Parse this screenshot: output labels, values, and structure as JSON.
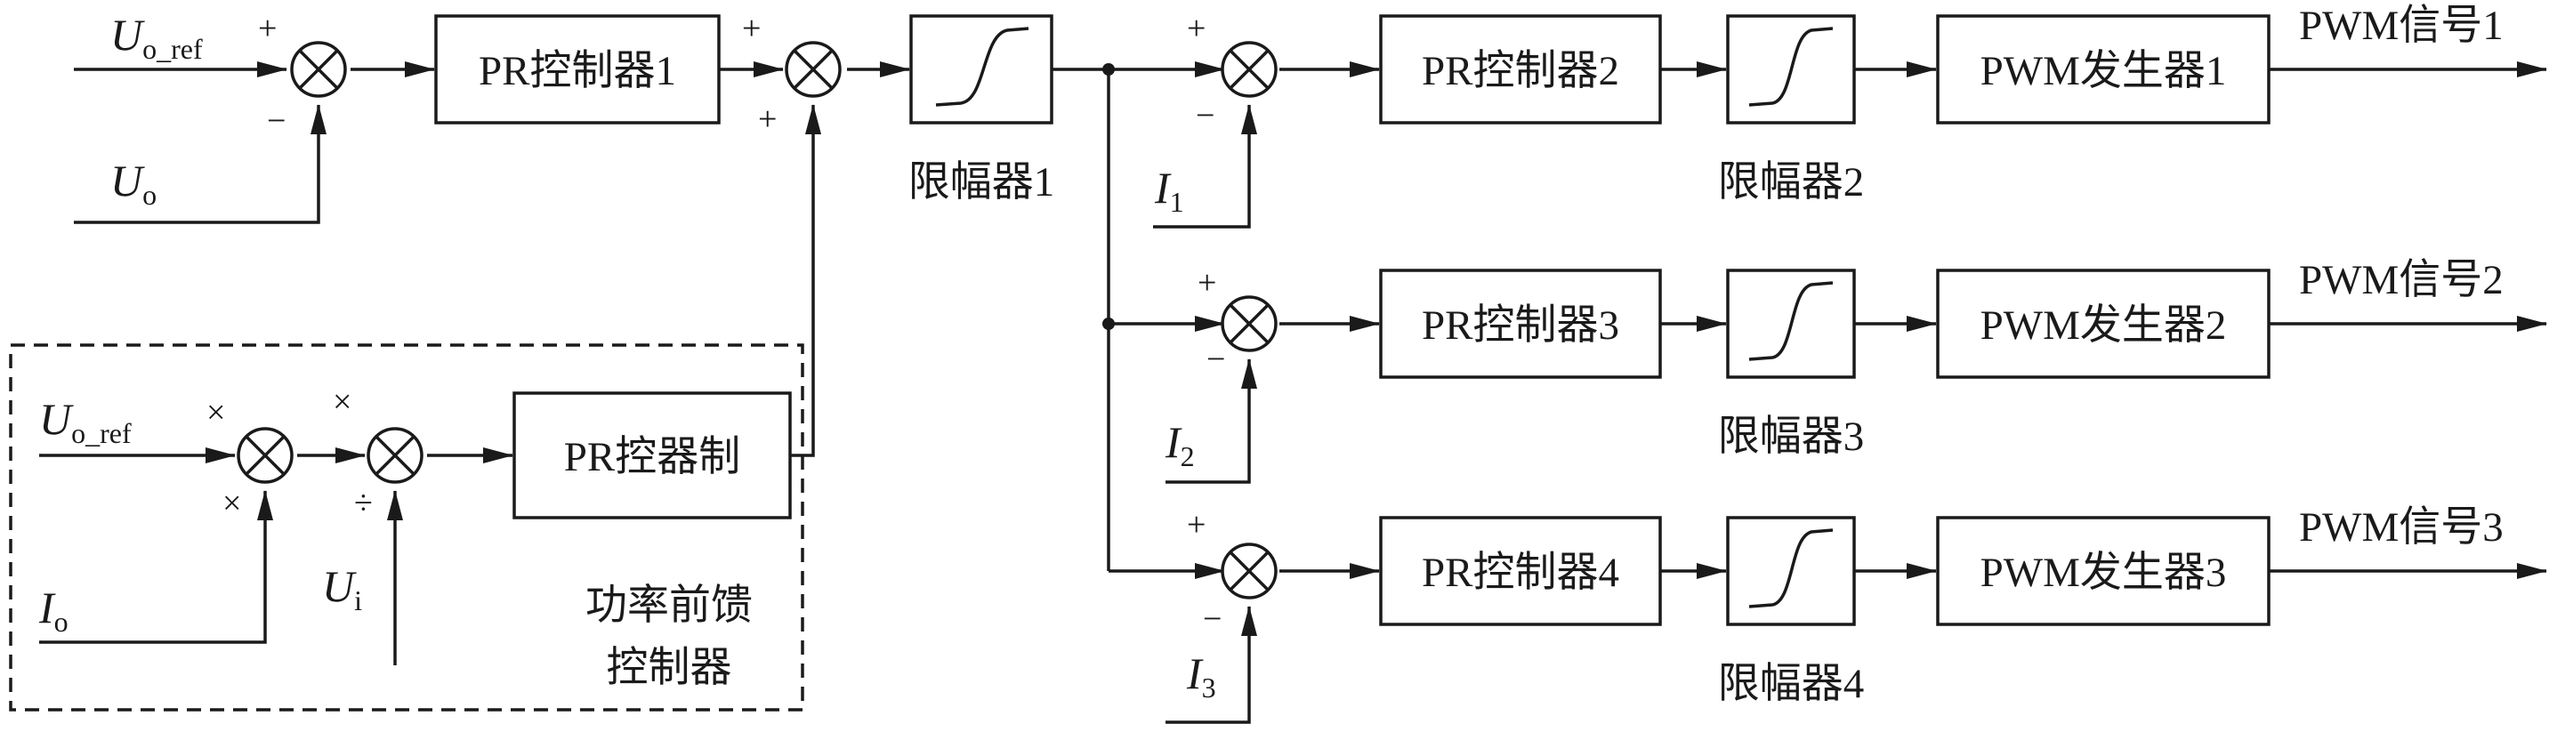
{
  "feedback_controller": {
    "pr1": "PR控制器1",
    "pr2": "PR控制器2",
    "pr3": "PR控制器3",
    "pr4": "PR控制器4"
  },
  "limiters": {
    "l1": "限幅器1",
    "l2": "限幅器2",
    "l3": "限幅器3",
    "l4": "限幅器4"
  },
  "pwm": {
    "gen1": "PWM发生器1",
    "gen2": "PWM发生器2",
    "gen3": "PWM发生器3",
    "sig1": "PWM信号1",
    "sig2": "PWM信号2",
    "sig3": "PWM信号3"
  },
  "feedforward": {
    "pr_block": "PR控器制",
    "title_line1": "功率前馈",
    "title_line2": "控制器"
  },
  "inputs": {
    "uo_ref_main": "U",
    "uo_ref_main_sub": "o_ref",
    "uo": "U",
    "uo_sub": "o",
    "i1": "I",
    "i1_sub": "1",
    "i2": "I",
    "i2_sub": "2",
    "i3": "I",
    "i3_sub": "3",
    "uo_ref_ff": "U",
    "uo_ref_ff_sub": "o_ref",
    "io": "I",
    "io_sub": "o",
    "ui": "U",
    "ui_sub": "i"
  },
  "signs": {
    "plus": "+",
    "minus": "−",
    "times": "×",
    "divide": "÷"
  }
}
